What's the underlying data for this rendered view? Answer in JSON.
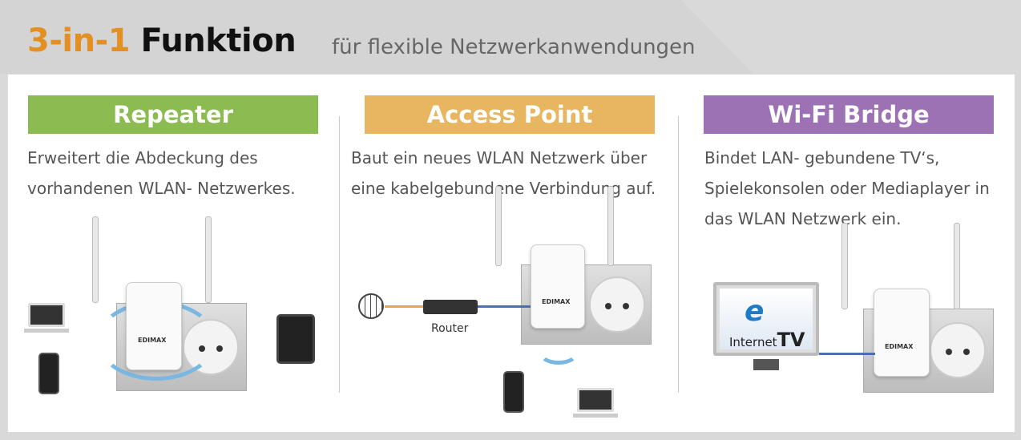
{
  "header": {
    "title_accent": "3-in-1",
    "title_main": "Funktion",
    "subtitle": "für flexible Netzwerkanwendungen"
  },
  "colors": {
    "accent": "#e38f22",
    "repeater": "#8cbb52",
    "access_point": "#e8b560",
    "bridge": "#9d72b4",
    "wifi": "#7ab7e3"
  },
  "sections": [
    {
      "heading": "Repeater",
      "lines": [
        "Erweitert die Abdeckung des",
        "vorhandenen WLAN- Netzwerkes."
      ]
    },
    {
      "heading": "Access Point",
      "lines": [
        "Baut ein neues WLAN Netzwerk über",
        "eine kabelgebundene Verbindung auf."
      ],
      "router_label": "Router"
    },
    {
      "heading": "Wi-Fi Bridge",
      "lines": [
        "Bindet LAN- gebundene TV‘s,",
        "Spielekonsolen oder Mediaplayer in",
        "das WLAN Netzwerk ein."
      ],
      "tv_label_small": "Internet",
      "tv_label_big": "TV"
    }
  ],
  "brand": "EDIMAX"
}
